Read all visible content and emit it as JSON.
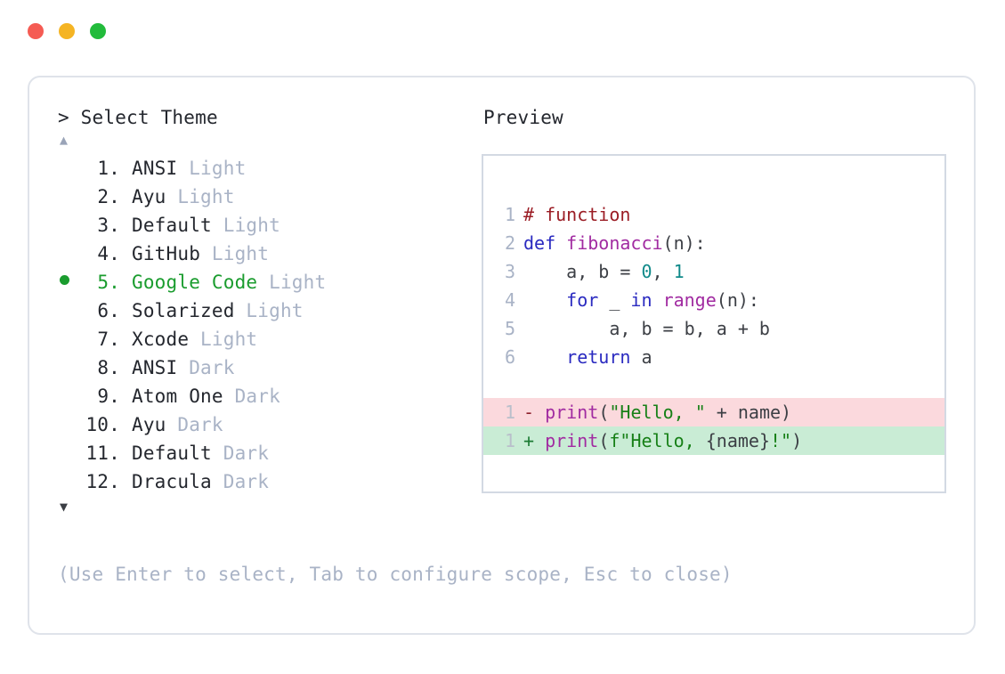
{
  "window": {
    "dots": [
      {
        "name": "close",
        "color": "#f55b53"
      },
      {
        "name": "minimize",
        "color": "#f5b423"
      },
      {
        "name": "maximize",
        "color": "#22bb3b"
      }
    ]
  },
  "picker": {
    "prompt": "> Select Theme",
    "scroll_up_glyph": "▲",
    "scroll_down_glyph": "▼",
    "selected_index": 5,
    "selected_bullet": "●",
    "items": [
      {
        "num": "1.",
        "name": "ANSI",
        "variant": "Light",
        "selected": false
      },
      {
        "num": "2.",
        "name": "Ayu",
        "variant": "Light",
        "selected": false
      },
      {
        "num": "3.",
        "name": "Default",
        "variant": "Light",
        "selected": false
      },
      {
        "num": "4.",
        "name": "GitHub",
        "variant": "Light",
        "selected": false
      },
      {
        "num": "5.",
        "name": "Google Code",
        "variant": "Light",
        "selected": true
      },
      {
        "num": "6.",
        "name": "Solarized",
        "variant": "Light",
        "selected": false
      },
      {
        "num": "7.",
        "name": "Xcode",
        "variant": "Light",
        "selected": false
      },
      {
        "num": "8.",
        "name": "ANSI",
        "variant": "Dark",
        "selected": false
      },
      {
        "num": "9.",
        "name": "Atom One",
        "variant": "Dark",
        "selected": false
      },
      {
        "num": "10.",
        "name": "Ayu",
        "variant": "Dark",
        "selected": false
      },
      {
        "num": "11.",
        "name": "Default",
        "variant": "Dark",
        "selected": false
      },
      {
        "num": "12.",
        "name": "Dracula",
        "variant": "Dark",
        "selected": false
      }
    ],
    "hint": "(Use Enter to select, Tab to configure scope, Esc to close)"
  },
  "preview": {
    "label": "Preview",
    "code_lines": [
      {
        "n": "1",
        "tokens": [
          {
            "t": "# function",
            "c": "comment"
          }
        ]
      },
      {
        "n": "2",
        "tokens": [
          {
            "t": "def ",
            "c": "kw"
          },
          {
            "t": "fibonacci",
            "c": "fn"
          },
          {
            "t": "(n):",
            "c": "punc"
          }
        ]
      },
      {
        "n": "3",
        "tokens": [
          {
            "t": "    a, b = ",
            "c": "plain"
          },
          {
            "t": "0",
            "c": "num"
          },
          {
            "t": ", ",
            "c": "plain"
          },
          {
            "t": "1",
            "c": "num"
          }
        ]
      },
      {
        "n": "4",
        "tokens": [
          {
            "t": "    ",
            "c": "plain"
          },
          {
            "t": "for",
            "c": "kw"
          },
          {
            "t": " _ ",
            "c": "plain"
          },
          {
            "t": "in",
            "c": "kw"
          },
          {
            "t": " ",
            "c": "plain"
          },
          {
            "t": "range",
            "c": "fn"
          },
          {
            "t": "(n):",
            "c": "punc"
          }
        ]
      },
      {
        "n": "5",
        "tokens": [
          {
            "t": "        a, b = b, a + b",
            "c": "plain"
          }
        ]
      },
      {
        "n": "6",
        "tokens": [
          {
            "t": "    ",
            "c": "plain"
          },
          {
            "t": "return",
            "c": "kw"
          },
          {
            "t": " a",
            "c": "plain"
          }
        ]
      }
    ],
    "diff_lines": [
      {
        "n": "1",
        "kind": "del",
        "marker": "- ",
        "tokens": [
          {
            "t": "print",
            "c": "fn"
          },
          {
            "t": "(",
            "c": "punc"
          },
          {
            "t": "\"Hello, \"",
            "c": "str"
          },
          {
            "t": " + name)",
            "c": "plain"
          }
        ]
      },
      {
        "n": "1",
        "kind": "add",
        "marker": "+ ",
        "tokens": [
          {
            "t": "print",
            "c": "fn"
          },
          {
            "t": "(",
            "c": "punc"
          },
          {
            "t": "f\"Hello, ",
            "c": "str"
          },
          {
            "t": "{name}",
            "c": "plain"
          },
          {
            "t": "!\"",
            "c": "str"
          },
          {
            "t": ")",
            "c": "punc"
          }
        ]
      }
    ]
  },
  "colors": {
    "card_border": "#dfe3ea",
    "preview_border": "#d3d9e3",
    "accent_green": "#1a9c2e",
    "muted": "#a9b3c6",
    "text": "#24272e",
    "diff_del_bg": "#fbd9dd",
    "diff_add_bg": "#c9ecd5"
  }
}
